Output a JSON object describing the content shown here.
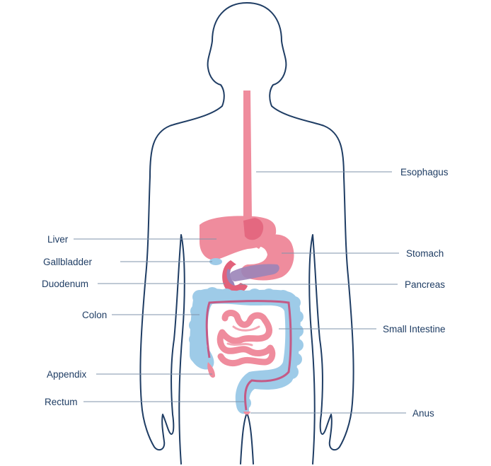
{
  "labels": {
    "esophagus": "Esophagus",
    "liver": "Liver",
    "stomach": "Stomach",
    "gallbladder": "Gallbladder",
    "duodenum": "Duodenum",
    "pancreas": "Pancreas",
    "colon": "Colon",
    "small_intestine": "Small Intestine",
    "appendix": "Appendix",
    "rectum": "Rectum",
    "anus": "Anus"
  },
  "colors": {
    "outline": "#1f3d64",
    "organ_pink": "#ef8c9d",
    "organ_pink_dark": "#e2627b",
    "colon_blue": "#9ecbe8",
    "pancreas_purple": "#9b84b8",
    "label_text": "#1f3d64"
  }
}
